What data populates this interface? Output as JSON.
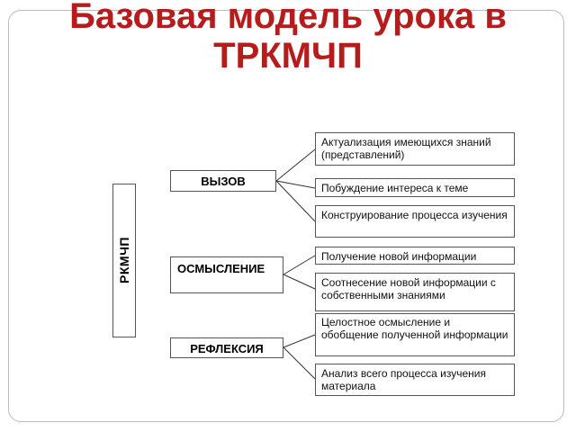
{
  "title": {
    "line1": "Базовая модель урока в",
    "line2": "ТРКМЧП"
  },
  "side_label": "РКМЧП",
  "stages": [
    {
      "label": "ВЫЗОВ"
    },
    {
      "label": "ОСМЫСЛЕНИЕ"
    },
    {
      "label": "РЕФЛЕКСИЯ"
    }
  ],
  "items": [
    "Актуализация имеющихся знаний (представлений)",
    "Побуждение интереса к теме",
    "Конструирование процесса изучения",
    "Получение новой информации",
    "Соотнесение новой информации с собственными знаниями",
    "Целостное осмысление и обобщение полученной информации",
    "Анализ всего процесса изучения материала"
  ],
  "colors": {
    "title": "#b71c1c",
    "border": "#555555"
  }
}
